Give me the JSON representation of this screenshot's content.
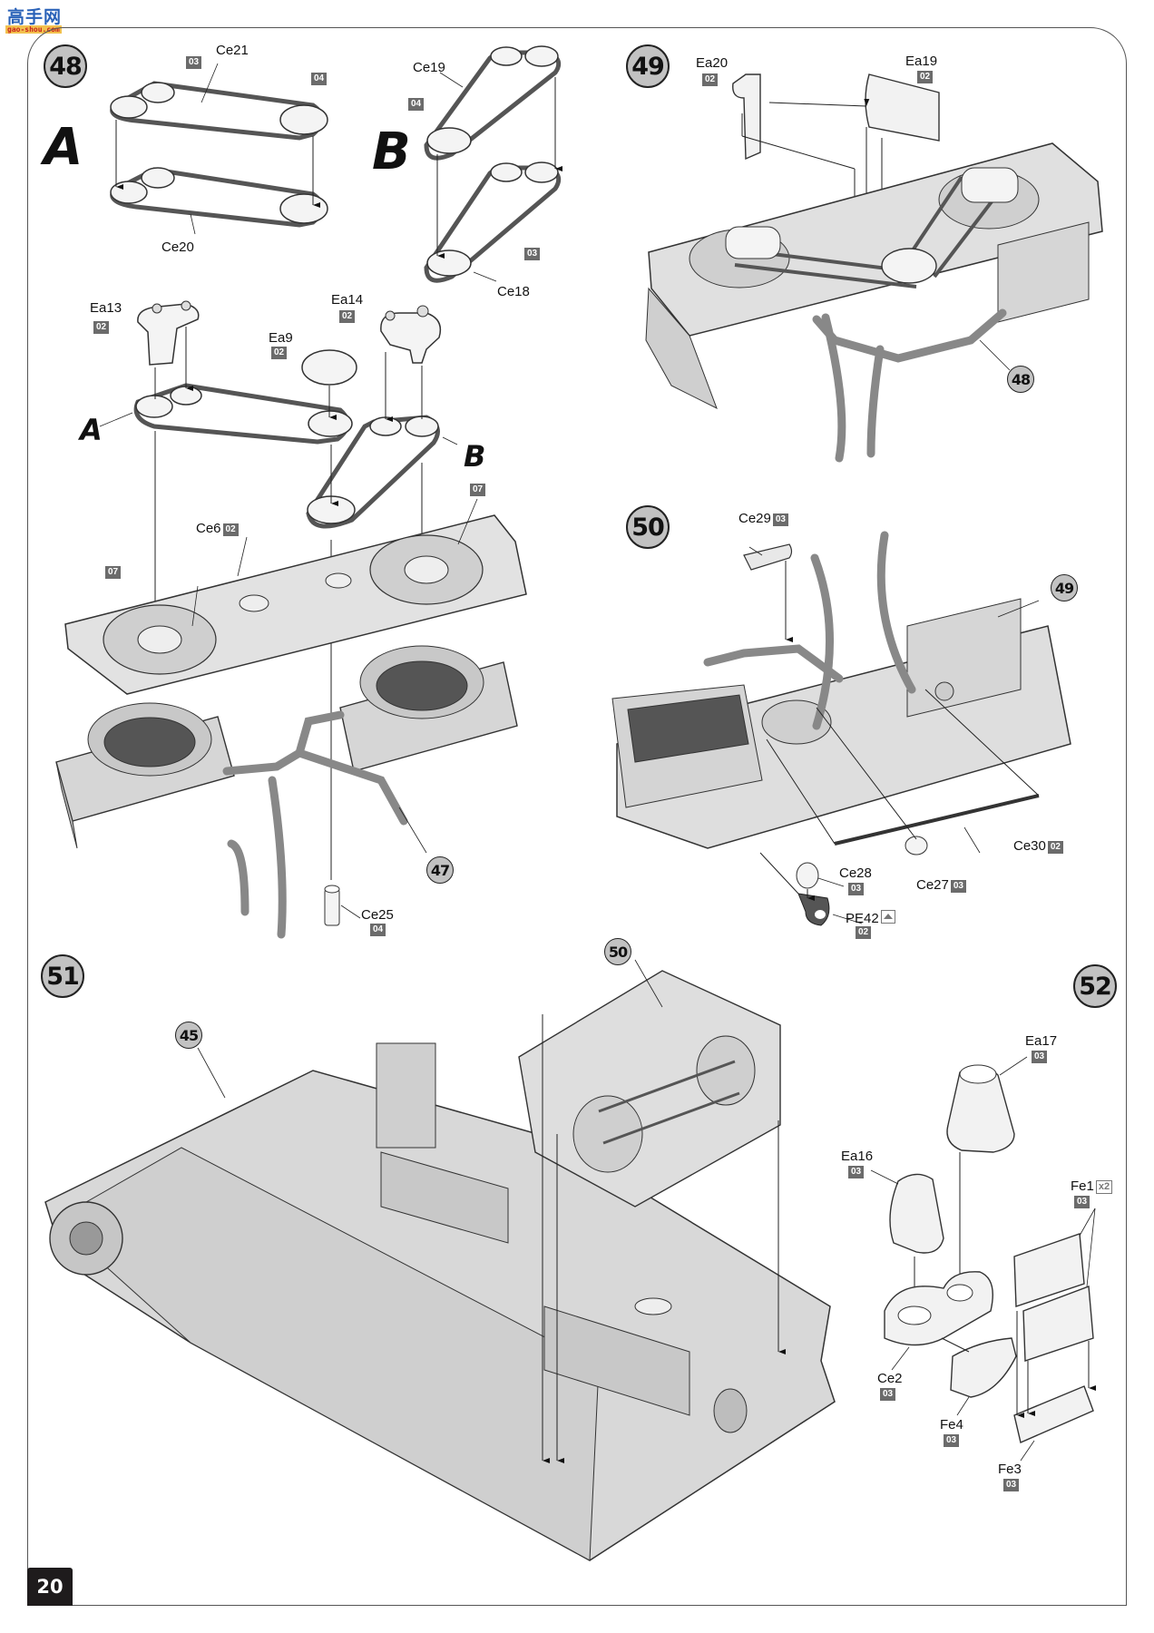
{
  "watermark": {
    "text": "高手网",
    "url": "gao-shou.com"
  },
  "page_number": "20",
  "steps": [
    {
      "number": "48",
      "variants": [
        "A",
        "B"
      ],
      "parts": [
        {
          "id": "Ce21",
          "sprue": "03"
        },
        {
          "id": "Ce20",
          "sprue": "04"
        },
        {
          "id": "Ce19",
          "sprue": "04"
        },
        {
          "id": "Ce18",
          "sprue": "03"
        },
        {
          "id": "Ea13",
          "sprue": "02"
        },
        {
          "id": "Ea14",
          "sprue": "02"
        },
        {
          "id": "Ea9",
          "sprue": "02"
        },
        {
          "id": "Ce6",
          "sprue": "02"
        },
        {
          "id": "Ce25",
          "sprue": "04"
        }
      ],
      "extra_sprue_tags": [
        "07",
        "07"
      ],
      "reference_step": "47"
    },
    {
      "number": "49",
      "parts": [
        {
          "id": "Ea20",
          "sprue": "02"
        },
        {
          "id": "Ea19",
          "sprue": "02"
        }
      ],
      "reference_step": "48"
    },
    {
      "number": "50",
      "parts": [
        {
          "id": "Ce29",
          "sprue": "03"
        },
        {
          "id": "Ce28",
          "sprue": "03"
        },
        {
          "id": "Ce27",
          "sprue": "03"
        },
        {
          "id": "Ce30",
          "sprue": "02"
        },
        {
          "id": "PE42",
          "sprue": "02",
          "badge": "photo-etch"
        }
      ],
      "reference_step": "49"
    },
    {
      "number": "51",
      "reference_steps": [
        "45",
        "50"
      ]
    },
    {
      "number": "52",
      "parts": [
        {
          "id": "Ea17",
          "sprue": "03"
        },
        {
          "id": "Ea16",
          "sprue": "03"
        },
        {
          "id": "Fe1",
          "sprue": "03",
          "quantity": "x2"
        },
        {
          "id": "Ce2",
          "sprue": "03"
        },
        {
          "id": "Fe4",
          "sprue": "03"
        },
        {
          "id": "Fe3",
          "sprue": "03"
        }
      ]
    }
  ]
}
